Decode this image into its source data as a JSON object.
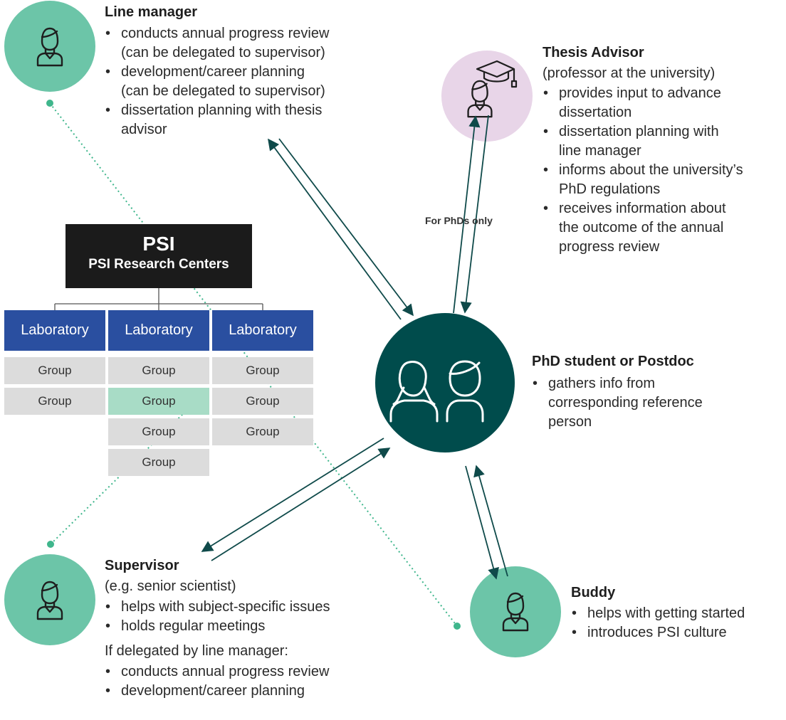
{
  "line_manager": {
    "title": "Line manager",
    "bullets": [
      [
        "conducts annual progress review",
        "(can be delegated to supervisor)"
      ],
      [
        "development/career planning",
        "(can be delegated to supervisor)"
      ],
      [
        "dissertation planning with thesis",
        "advisor"
      ]
    ],
    "icon": "person-icon"
  },
  "thesis_advisor": {
    "title": "Thesis Advisor",
    "subtitle": "(professor at the university)",
    "bullets": [
      [
        "provides input to advance",
        "dissertation"
      ],
      [
        "dissertation planning with",
        "line manager"
      ],
      [
        "informs about the university’s",
        "PhD regulations"
      ],
      [
        "receives information about",
        "the outcome of the annual",
        "progress review"
      ]
    ],
    "icon": "graduate-icon"
  },
  "phd_student": {
    "title": "PhD student or Postdoc",
    "bullets": [
      [
        "gathers info from",
        "corresponding reference",
        "person"
      ]
    ],
    "icon": "two-persons-icon"
  },
  "supervisor": {
    "title": "Supervisor",
    "subtitle": "(e.g. senior scientist)",
    "bullets": [
      [
        "helps with subject-specific issues"
      ],
      [
        "holds regular meetings"
      ]
    ],
    "delegated_intro": "If delegated by line manager:",
    "delegated_bullets": [
      [
        "conducts annual progress review"
      ],
      [
        "development/career planning"
      ]
    ],
    "icon": "person-icon"
  },
  "buddy": {
    "title": "Buddy",
    "bullets": [
      [
        "helps with getting started"
      ],
      [
        "introduces PSI culture"
      ]
    ],
    "icon": "person-icon"
  },
  "org": {
    "name": "PSI",
    "subtitle": "PSI Research Centers",
    "labs": [
      "Laboratory",
      "Laboratory",
      "Laboratory"
    ],
    "groups": [
      [
        "Group",
        "Group"
      ],
      [
        "Group",
        "Group",
        "Group",
        "Group"
      ],
      [
        "Group",
        "Group",
        "Group"
      ]
    ],
    "highlighted": "Group"
  },
  "advisor_link_label": "For PhDs only",
  "colors": {
    "role_circle": "#6cc5a8",
    "advisor_circle": "#e8d5e8",
    "student_circle": "#004c4c",
    "lab_blue": "#2a4fa0",
    "group_gray": "#dcdcdc",
    "group_highlight": "#a8dcc6",
    "arrow": "#0f4a4a",
    "dotted_link": "#3fb68c"
  }
}
